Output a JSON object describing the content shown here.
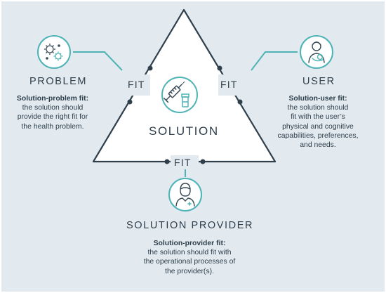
{
  "center": {
    "label": "SOLUTION",
    "icon": "syringe-vial-icon"
  },
  "fits": {
    "left": "FIT",
    "right": "FIT",
    "bottom": "FIT"
  },
  "problem": {
    "title": "PROBLEM",
    "icon": "virus-icon",
    "fit_title": "Solution-problem fit:",
    "fit_lines": [
      "the solution should",
      "provide the right fit for",
      "the health problem."
    ]
  },
  "user": {
    "title": "USER",
    "icon": "mother-baby-icon",
    "fit_title": "Solution-user fit:",
    "fit_lines": [
      "the solution should",
      "fit with the user’s",
      "physical and cognitive",
      "capabilities, preferences,",
      "and needs."
    ]
  },
  "provider": {
    "title": "SOLUTION PROVIDER",
    "icon": "health-worker-icon",
    "fit_title": "Solution-provider fit:",
    "fit_lines": [
      "the solution should fit with",
      "the operational processes of",
      "the provider(s)."
    ]
  },
  "colors": {
    "background": "#e3eaef",
    "accent": "#4eb3b6",
    "dark": "#2f3f4c"
  }
}
